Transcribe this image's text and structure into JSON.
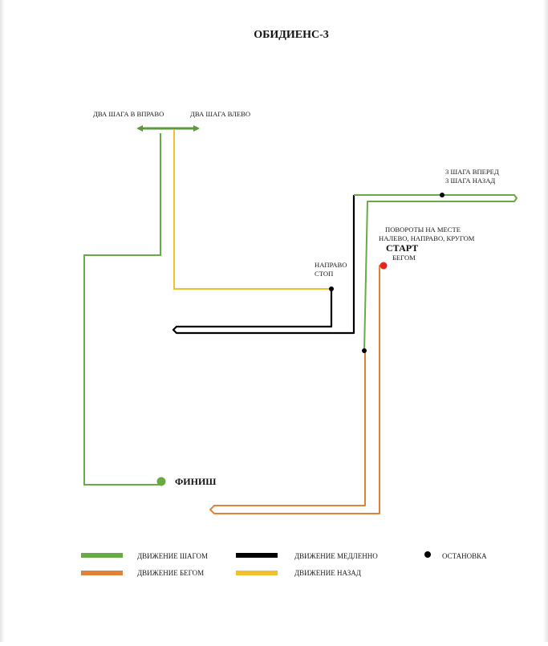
{
  "title": "ОБИДИЕНС-3",
  "labels": {
    "two_right": "ДВА ШАГА В ВПРАВО",
    "two_left": "ДВА ШАГА ВЛЕВО",
    "steps_forward": "3 ШАГА ВПЕРЕД",
    "steps_back": "3 ШАГА НАЗАД",
    "turns_line1": "ПОВОРОТЫ НА МЕСТЕ",
    "turns_line2": "НАЛЕВО, НАПРАВО, КРУГОМ",
    "start": "СТАРТ",
    "start_run": "БЕГОМ",
    "right_line1": "НАПРАВО",
    "right_line2": "СТОП",
    "finish": "ФИНИШ"
  },
  "legend": [
    {
      "label": "ДВИЖЕНИЕ ШАГОМ",
      "color": "#6aaa45"
    },
    {
      "label": "ДВИЖЕНИЕ МЕДЛЕННО",
      "color": "#000000"
    },
    {
      "label": "ОСТАНОВКА",
      "color": "#000000"
    },
    {
      "label": "ДВИЖЕНИЕ БЕГОМ",
      "color": "#e0823a"
    },
    {
      "label": "ДВИЖЕНИЕ НАЗАД",
      "color": "#f0c030"
    }
  ],
  "colors": {
    "walk": "#6aaa45",
    "slow": "#000000",
    "run": "#e0823a",
    "back": "#f0c030",
    "start_dot": "#e8231e",
    "finish_dot": "#6aaa45"
  }
}
